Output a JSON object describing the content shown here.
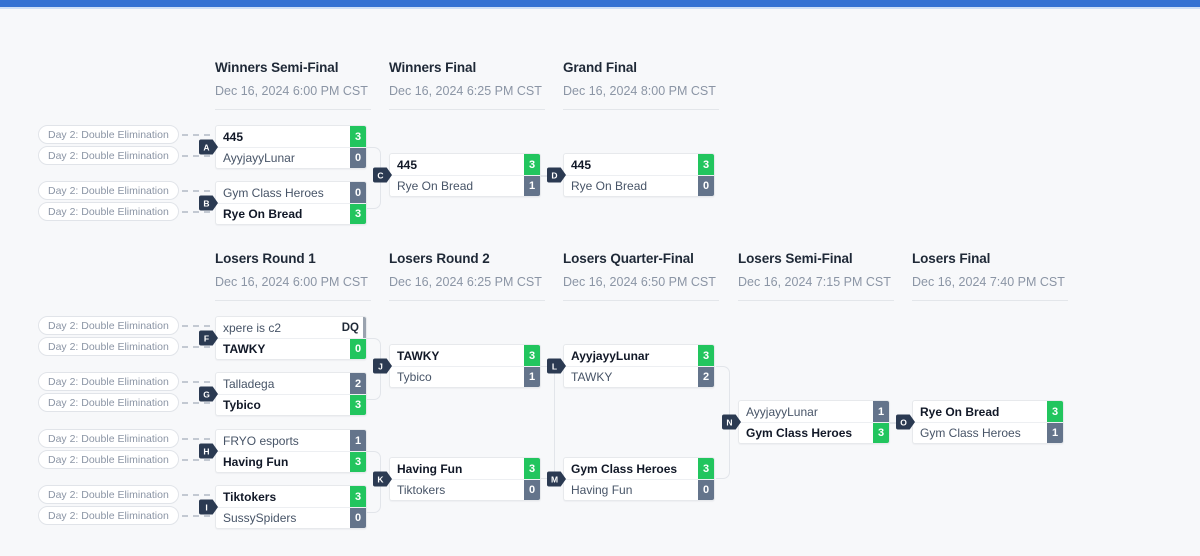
{
  "theme": {
    "topbar_color": "#3572d3",
    "background": "#f7f8fa",
    "winner_score_color": "#22c55e",
    "loser_score_color": "#64748b",
    "badge_color": "#2b3a52"
  },
  "seed_label": "Day 2: Double Elimination",
  "rounds": [
    {
      "id": "winners-semi-final",
      "title": "Winners Semi-Final",
      "date": "Dec 16, 2024 6:00 PM CST"
    },
    {
      "id": "winners-final",
      "title": "Winners Final",
      "date": "Dec 16, 2024 6:25 PM CST"
    },
    {
      "id": "grand-final",
      "title": "Grand Final",
      "date": "Dec 16, 2024 8:00 PM CST"
    },
    {
      "id": "losers-round-1",
      "title": "Losers Round 1",
      "date": "Dec 16, 2024 6:00 PM CST"
    },
    {
      "id": "losers-round-2",
      "title": "Losers Round 2",
      "date": "Dec 16, 2024 6:25 PM CST"
    },
    {
      "id": "losers-quarter-final",
      "title": "Losers Quarter-Final",
      "date": "Dec 16, 2024 6:50 PM CST"
    },
    {
      "id": "losers-semi-final",
      "title": "Losers Semi-Final",
      "date": "Dec 16, 2024 7:15 PM CST"
    },
    {
      "id": "losers-final",
      "title": "Losers Final",
      "date": "Dec 16, 2024 7:40 PM CST"
    }
  ],
  "matches": [
    {
      "letter": "A",
      "round": "winners-semi-final",
      "top": {
        "name": "445",
        "score": "3",
        "winner": true
      },
      "bottom": {
        "name": "AyyjayyLunar",
        "score": "0",
        "winner": false
      }
    },
    {
      "letter": "B",
      "round": "winners-semi-final",
      "top": {
        "name": "Gym Class Heroes",
        "score": "0",
        "winner": false
      },
      "bottom": {
        "name": "Rye On Bread",
        "score": "3",
        "winner": true
      }
    },
    {
      "letter": "C",
      "round": "winners-final",
      "top": {
        "name": "445",
        "score": "3",
        "winner": true
      },
      "bottom": {
        "name": "Rye On Bread",
        "score": "1",
        "winner": false
      }
    },
    {
      "letter": "D",
      "round": "grand-final",
      "top": {
        "name": "445",
        "score": "3",
        "winner": true
      },
      "bottom": {
        "name": "Rye On Bread",
        "score": "0",
        "winner": false
      }
    },
    {
      "letter": "F",
      "round": "losers-round-1",
      "top": {
        "name": "xpere is c2",
        "score": "DQ",
        "winner": false,
        "plain": true
      },
      "bottom": {
        "name": "TAWKY",
        "score": "0",
        "winner": true
      }
    },
    {
      "letter": "G",
      "round": "losers-round-1",
      "top": {
        "name": "Talladega",
        "score": "2",
        "winner": false
      },
      "bottom": {
        "name": "Tybico",
        "score": "3",
        "winner": true
      }
    },
    {
      "letter": "H",
      "round": "losers-round-1",
      "top": {
        "name": "FRYO esports",
        "score": "1",
        "winner": false
      },
      "bottom": {
        "name": "Having Fun",
        "score": "3",
        "winner": true
      }
    },
    {
      "letter": "I",
      "round": "losers-round-1",
      "top": {
        "name": "Tiktokers",
        "score": "3",
        "winner": true
      },
      "bottom": {
        "name": "SussySpiders",
        "score": "0",
        "winner": false
      }
    },
    {
      "letter": "J",
      "round": "losers-round-2",
      "top": {
        "name": "TAWKY",
        "score": "3",
        "winner": true
      },
      "bottom": {
        "name": "Tybico",
        "score": "1",
        "winner": false
      }
    },
    {
      "letter": "K",
      "round": "losers-round-2",
      "top": {
        "name": "Having Fun",
        "score": "3",
        "winner": true
      },
      "bottom": {
        "name": "Tiktokers",
        "score": "0",
        "winner": false
      }
    },
    {
      "letter": "L",
      "round": "losers-quarter-final",
      "top": {
        "name": "AyyjayyLunar",
        "score": "3",
        "winner": true
      },
      "bottom": {
        "name": "TAWKY",
        "score": "2",
        "winner": false
      }
    },
    {
      "letter": "M",
      "round": "losers-quarter-final",
      "top": {
        "name": "Gym Class Heroes",
        "score": "3",
        "winner": true
      },
      "bottom": {
        "name": "Having Fun",
        "score": "0",
        "winner": false
      }
    },
    {
      "letter": "N",
      "round": "losers-semi-final",
      "top": {
        "name": "AyyjayyLunar",
        "score": "1",
        "winner": false
      },
      "bottom": {
        "name": "Gym Class Heroes",
        "score": "3",
        "winner": true
      }
    },
    {
      "letter": "O",
      "round": "losers-final",
      "top": {
        "name": "Rye On Bread",
        "score": "3",
        "winner": true
      },
      "bottom": {
        "name": "Gym Class Heroes",
        "score": "1",
        "winner": false
      }
    }
  ]
}
